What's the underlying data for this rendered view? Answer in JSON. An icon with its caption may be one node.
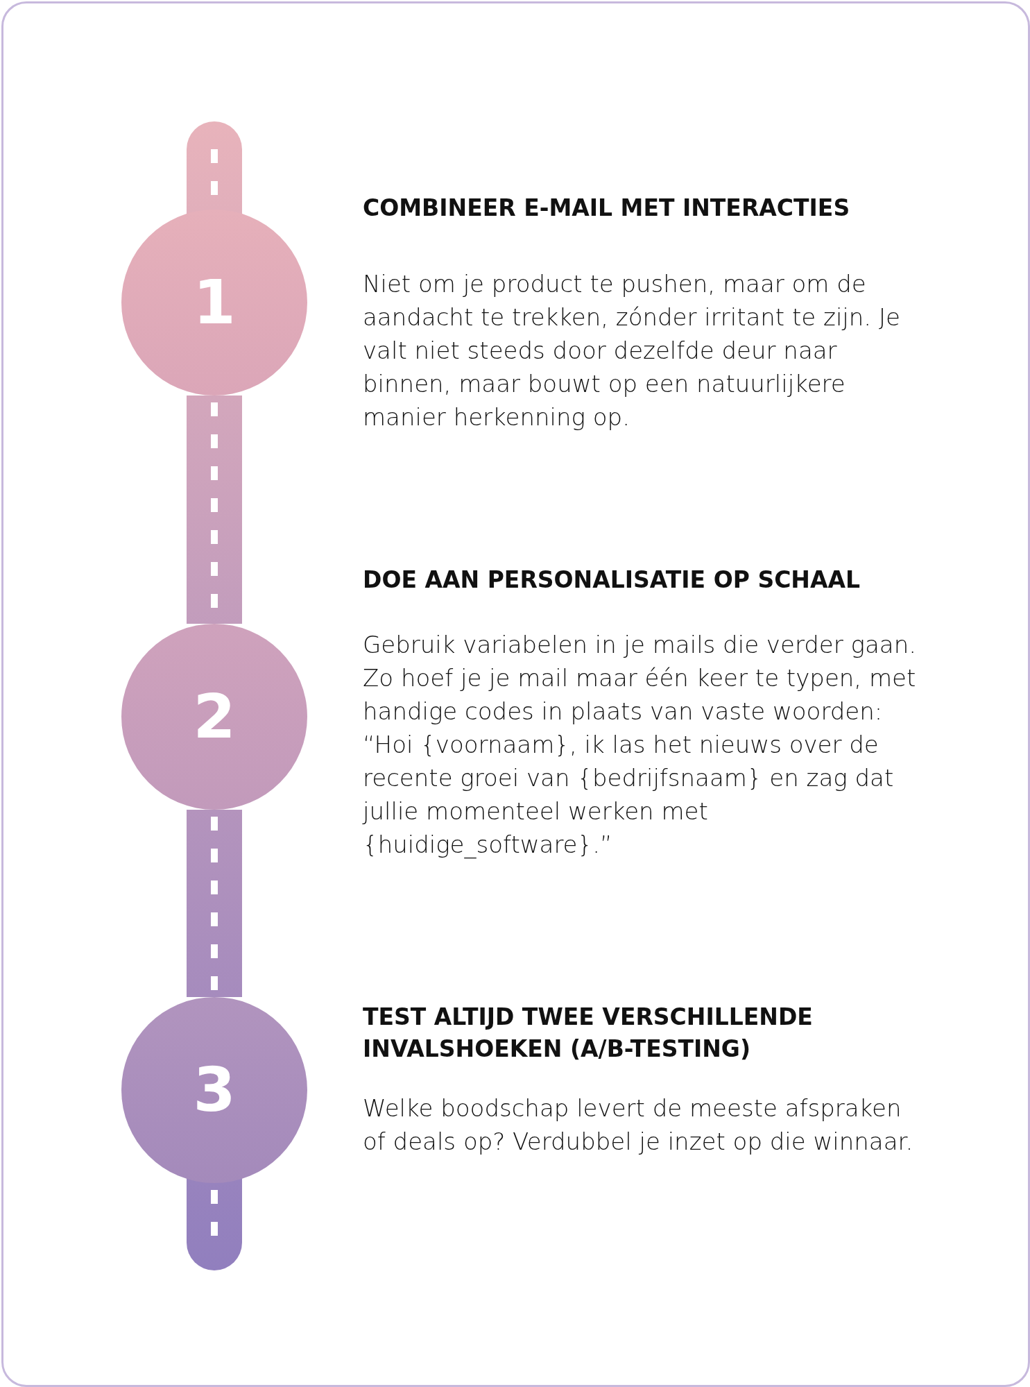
{
  "diagram": {
    "nodes": [
      {
        "text": [
          "1"
        ],
        "beside": [
          "COMBINEER E-MAIL MET INTERACTIES",
          "Niet om je product te pushen, maar om de aandacht te trekken, zónder irritant te zijn. Je valt niet steeds door dezelfde deur naar binnen, maar bouwt op een natuurlijkere manier herkenning op."
        ]
      },
      {
        "text": [
          "2"
        ],
        "beside": [
          "DOE AAN PERSONALISATIE OP SCHAAL",
          "Gebruik variabelen in je mails die verder gaan. Zo hoef je je mail maar één keer te typen, met handige codes in plaats van vaste woorden: “Hoi {voornaam}, ik las het nieuws over de recente groei van {bedrijfsnaam} en zag dat jullie momenteel werken met {huidige_software}.”"
        ]
      },
      {
        "text": [
          "3"
        ],
        "beside": [
          "TEST ALTIJD TWEE VERSCHILLENDE INVALSHOEKEN (A/B-TESTING)",
          "Welke boodschap levert de meeste afspraken of deals op? Verdubbel je inzet op die winnaar."
        ]
      }
    ],
    "edges": [
      {
        "from": 0,
        "to": 1,
        "arrow": "none",
        "style": "thick"
      },
      {
        "from": 1,
        "to": 2,
        "arrow": "none",
        "style": "thick"
      }
    ]
  }
}
